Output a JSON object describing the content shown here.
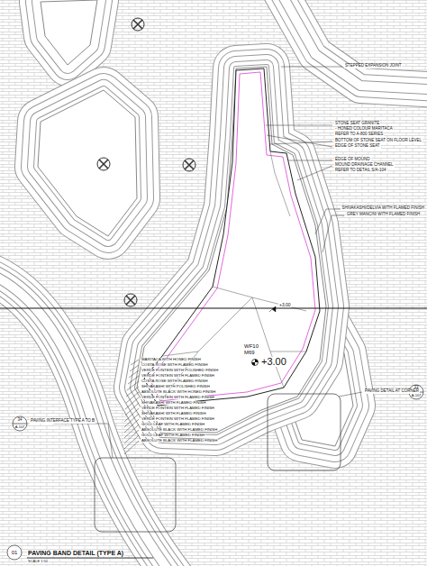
{
  "diagram": {
    "title": "PAVING BAND DETAIL (TYPE A)",
    "labels": [
      "STEPPED EXPANSION JOINT",
      "STONE SEAT GRANITE",
      "- HONED COLOUR MARITACA",
      "REFER TO A-800 SERIES",
      "BOTTOM OF STONE SEAT ON FLOOR LEVEL",
      "EDGE OF STONE SEAT",
      "EDGE OF MOUND",
      "MOUND DRAINAGE CHANNEL",
      "REFER TO DETAIL S/A-104",
      "SHIVAKASHI/DELVIA WITH FLAMED FINISH",
      "GREY MANCINI WITH FLAMED FINISH",
      "+3.00",
      "WF10",
      "M69",
      "+3.00",
      "PAVING DETAIL AT CORNER",
      "33",
      "A-107",
      "MARITACA WITH HONED FINISH",
      "COSTA ROSE WITH FLAMED FINISH",
      "VERDE FONTEIN WITH POLISHED FINISH",
      "VERDE FONTEIN WITH FLAMED FINISH",
      "COSTA ROSE WITH FLAMED FINISH",
      "SHIVAKASHI WITH POLISHED FINISH",
      "ABSOLUTE BLACK WITH HONED FINISH",
      "VERDE FONTEIN WITH FLAMED FINISH",
      "SHIVAKASHI WITH FLAMED FINISH",
      "VERDE FONTEIN WITH FLAMED FINISH",
      "SHIVAKASHI WITH FLAMED FINISH",
      "VERDE FONTEIN WITH FLAMED FINISH",
      "GOLD LEAF WITH FLAMED FINISH",
      "ABSOLUTE BLACK WITH FLAMED FINISH",
      "GOLD LEAF WITH FLAMED FINISH",
      "ABSOLUTE BLACK WITH FLAMED FINISH",
      "PAVING INTERFACE TYPE A TO B",
      "34",
      "A-107",
      "01",
      "SCALE 1:50"
    ]
  }
}
